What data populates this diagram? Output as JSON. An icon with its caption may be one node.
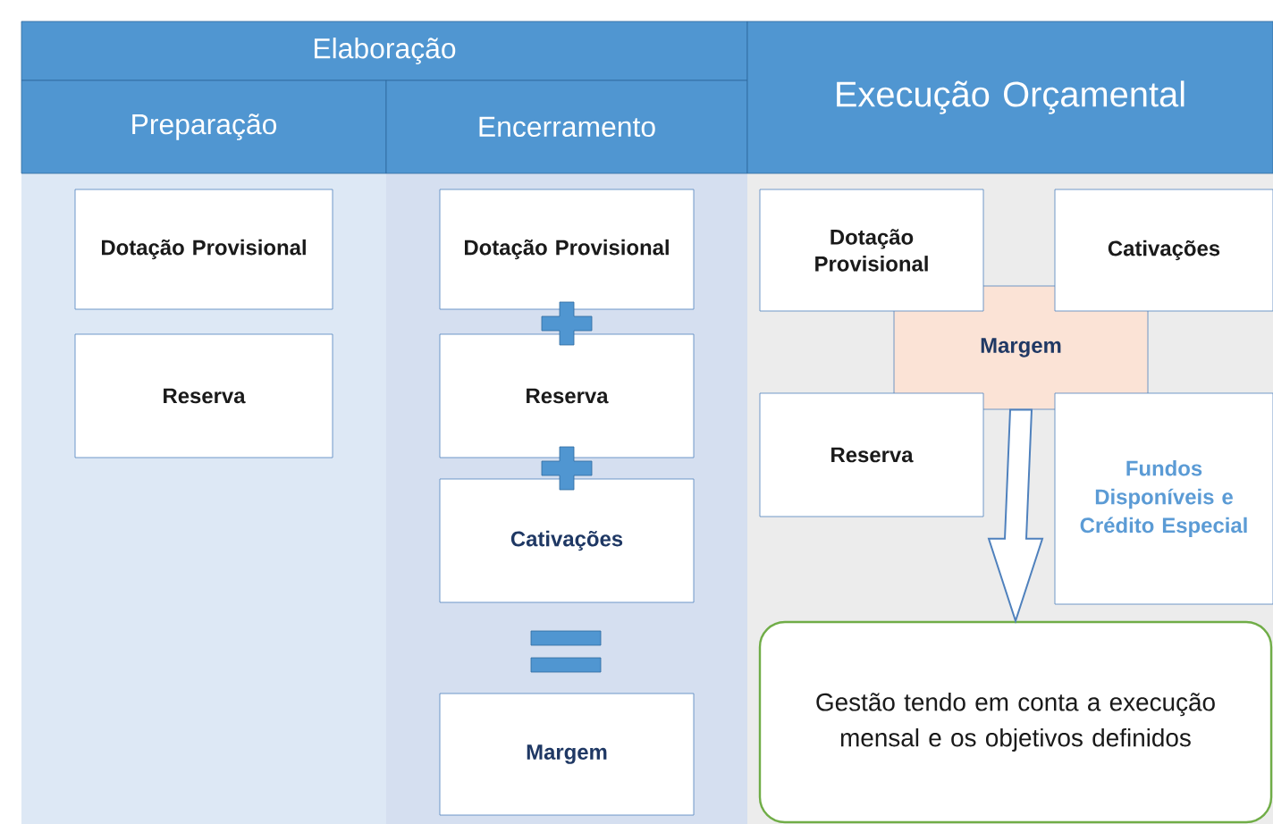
{
  "diagram": {
    "nodes": [
      {
        "text": [
          "Elaboração"
        ]
      },
      {
        "text": [
          "Preparação"
        ]
      },
      {
        "text": [
          "Encerramento"
        ]
      },
      {
        "text": [
          "Execução Orçamental"
        ]
      },
      {
        "text": [
          "Dotação Provisional"
        ]
      },
      {
        "text": [
          "Reserva"
        ]
      },
      {
        "text": [
          "Dotação Provisional"
        ]
      },
      {
        "text": [
          "Reserva"
        ]
      },
      {
        "text": [
          "Cativações"
        ]
      },
      {
        "text": [
          "Margem"
        ]
      },
      {
        "text": [
          "Dotação Provisional"
        ]
      },
      {
        "text": [
          "Cativações"
        ]
      },
      {
        "text": [
          "Margem"
        ]
      },
      {
        "text": [
          "Reserva"
        ]
      },
      {
        "text": [
          "Fundos Disponíveis e Crédito Especial"
        ]
      },
      {
        "text": [
          "Gestão tendo em conta a execução mensal e os objetivos definidos"
        ]
      }
    ],
    "edges": [
      {
        "from": 12,
        "to": 15,
        "arrow": "to"
      }
    ]
  }
}
